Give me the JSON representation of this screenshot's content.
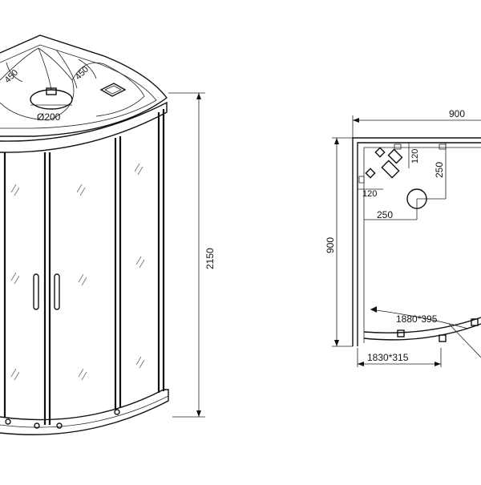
{
  "drawing": {
    "front_view": {
      "height_label": "2150",
      "roof_angle_left": "450",
      "roof_angle_right": "450",
      "shower_head_diameter": "Ø200"
    },
    "plan_view": {
      "width_top": "900",
      "depth_left": "900",
      "offset_120_top": "120",
      "offset_120_left": "120",
      "drain_from_back": "250",
      "drain_from_side": "250",
      "inner_door": "1880*395",
      "outer_door": "1830*315"
    }
  }
}
